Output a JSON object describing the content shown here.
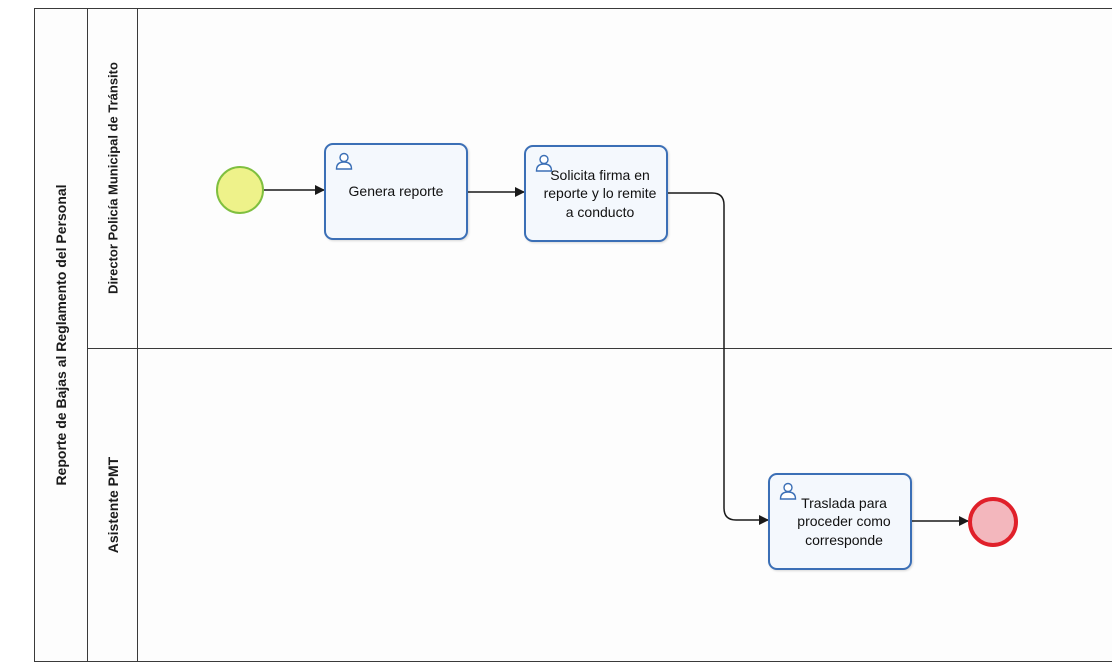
{
  "pool": {
    "label": "Reporte de Bajas al Reglamento del Personal"
  },
  "lanes": [
    {
      "label": "Director Policía Municipal de Tránsito"
    },
    {
      "label": "Asistente PMT"
    }
  ],
  "tasks": [
    {
      "label": "Genera reporte",
      "icon": "user-icon"
    },
    {
      "label": "Solicita firma en reporte y lo remite a conducto",
      "icon": "user-icon"
    },
    {
      "label": "Traslada para proceder como corresponde",
      "icon": "user-icon"
    }
  ],
  "events": [
    {
      "type": "start",
      "color": "#eef28a",
      "stroke": "#7fbf3f"
    },
    {
      "type": "end",
      "color": "#f3b7bd",
      "stroke": "#e0202a"
    }
  ],
  "colors": {
    "task_border": "#3b6fb6",
    "line": "#1a1a1a"
  }
}
